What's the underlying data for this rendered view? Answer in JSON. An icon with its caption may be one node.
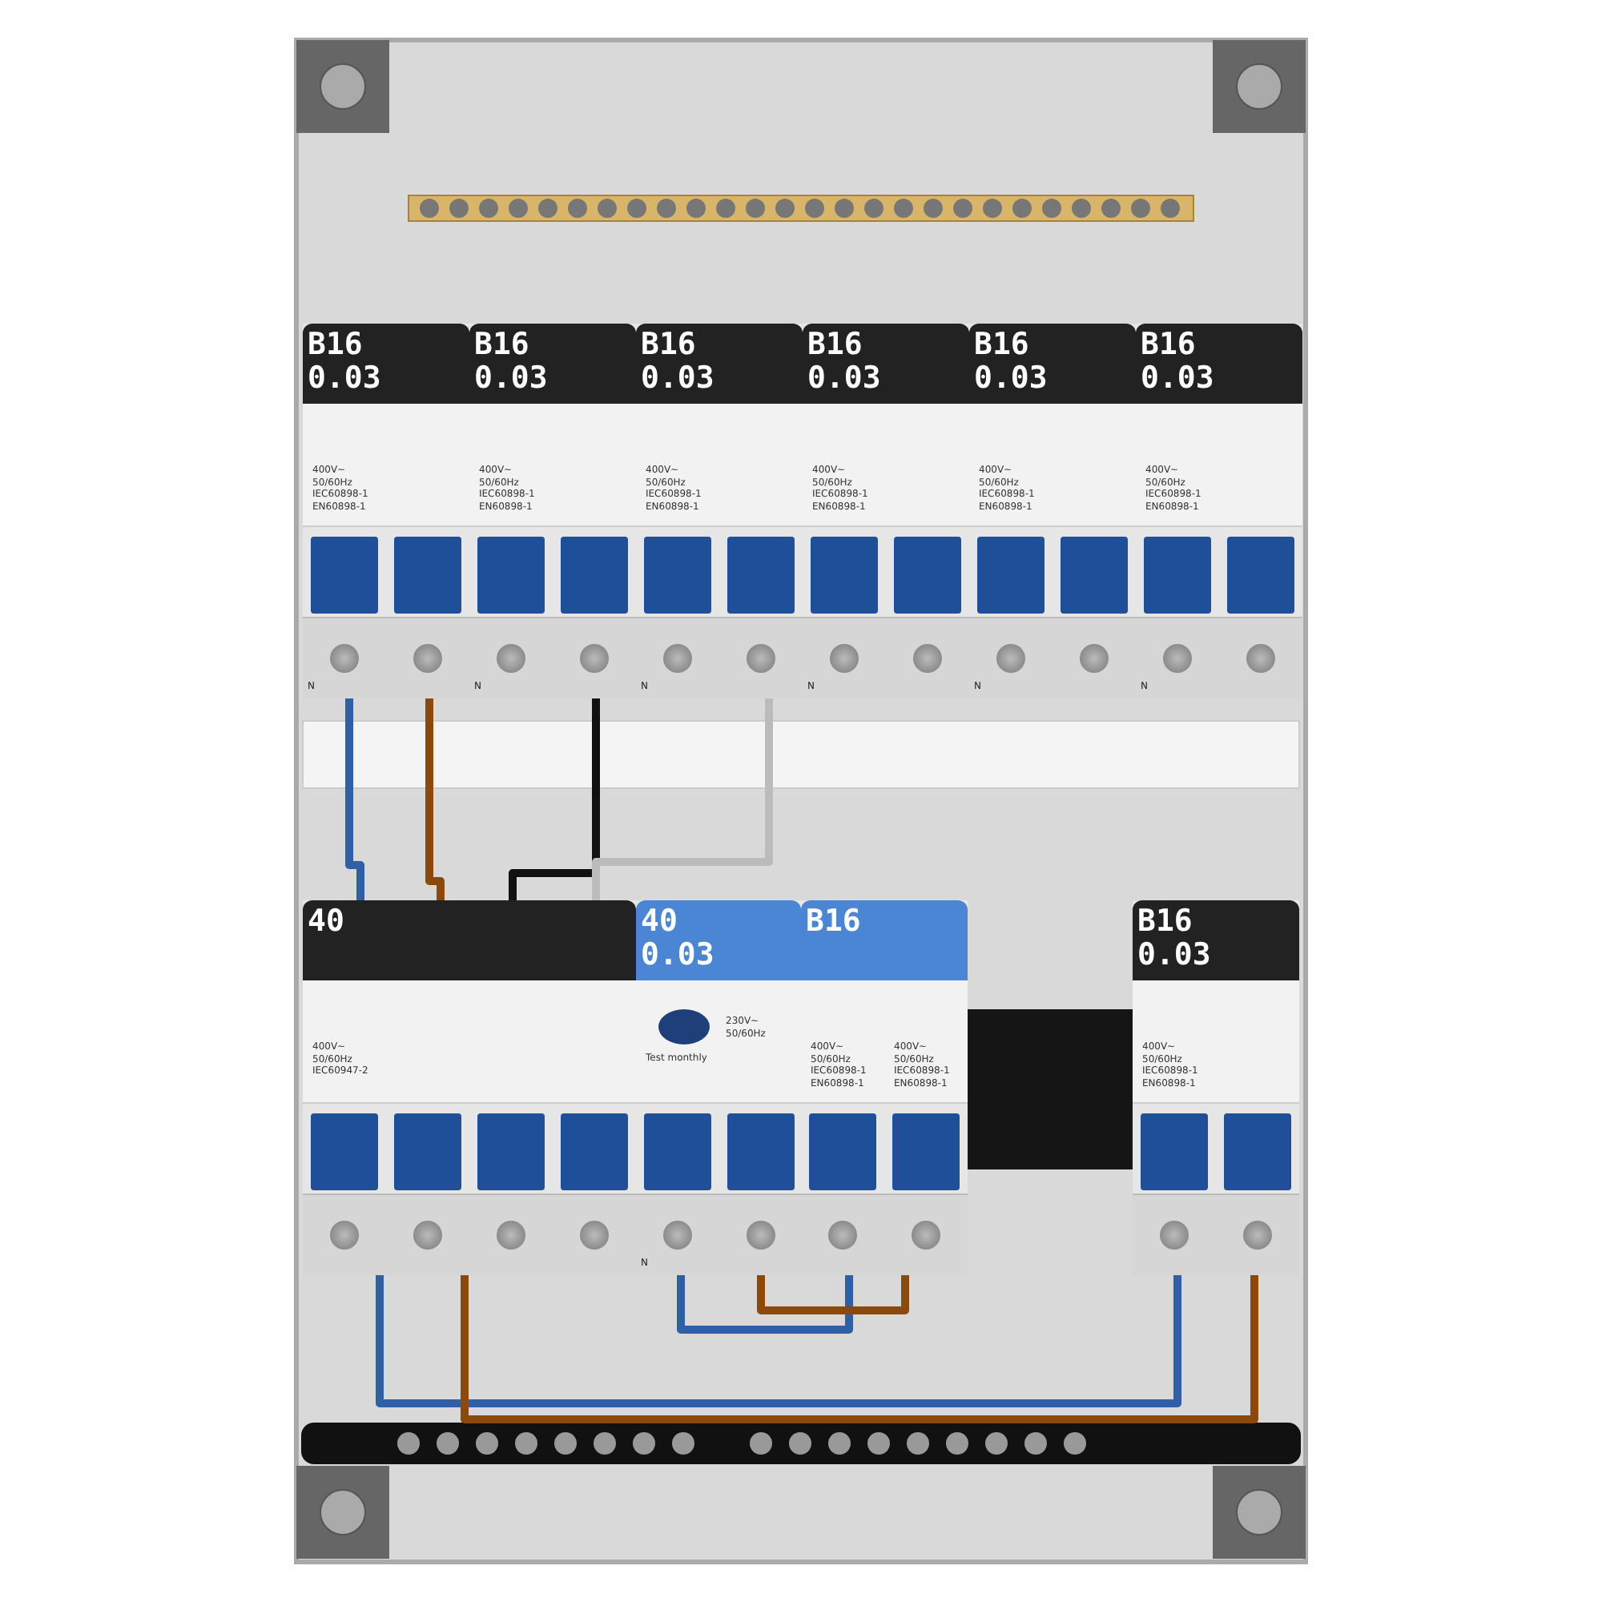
{
  "diagram": {
    "nodes": [
      {
        "text": [
          "B16 0.03",
          "400V~ 50/60Hz IEC60898-1 EN60898-1",
          "N"
        ]
      },
      {
        "text": [
          "B16 0.03",
          "400V~ 50/60Hz IEC60898-1 EN60898-1",
          "N"
        ]
      },
      {
        "text": [
          "B16 0.03",
          "400V~ 50/60Hz IEC60898-1 EN60898-1",
          "N"
        ]
      },
      {
        "text": [
          "B16 0.03",
          "400V~ 50/60Hz IEC60898-1 EN60898-1",
          "N"
        ]
      },
      {
        "text": [
          "B16 0.03",
          "400V~ 50/60Hz IEC60898-1 EN60898-1",
          "N"
        ]
      },
      {
        "text": [
          "B16 0.03",
          "400V~ 50/60Hz IEC60898-1 EN60898-1",
          "N"
        ]
      },
      {
        "text": [
          "40",
          "400V~ 50/60Hz IEC60947-2"
        ]
      },
      {
        "text": [
          "40 0.03",
          "Test monthly",
          "230V~ 50/60Hz",
          "N"
        ]
      },
      {
        "text": [
          "B16",
          "400V~ 50/60Hz IEC60898-1 EN60898-1",
          "400V~ 50/60Hz IEC60898-1 EN60898-1"
        ]
      },
      {
        "text": [
          "B16 0.03",
          "400V~ 50/60Hz IEC60898-1 EN60898-1"
        ]
      }
    ],
    "edges": [
      {
        "from": 6,
        "to": 0,
        "arrow": "none",
        "color": "#2f5fa6"
      },
      {
        "from": 6,
        "to": 0,
        "arrow": "none",
        "color": "#8b4a0c"
      },
      {
        "from": 6,
        "to": 1,
        "arrow": "none",
        "color": "#111111"
      },
      {
        "from": 6,
        "to": 2,
        "arrow": "none",
        "color": "#bbbbbb"
      },
      {
        "from": 6,
        "to": 9,
        "arrow": "none",
        "color": "#2f5fa6"
      },
      {
        "from": 6,
        "to": 9,
        "arrow": "none",
        "color": "#8b4a0c"
      },
      {
        "from": 7,
        "to": 8,
        "arrow": "none",
        "color": "#2f5fa6"
      },
      {
        "from": 7,
        "to": 8,
        "arrow": "none",
        "color": "#8b4a0c"
      }
    ]
  }
}
